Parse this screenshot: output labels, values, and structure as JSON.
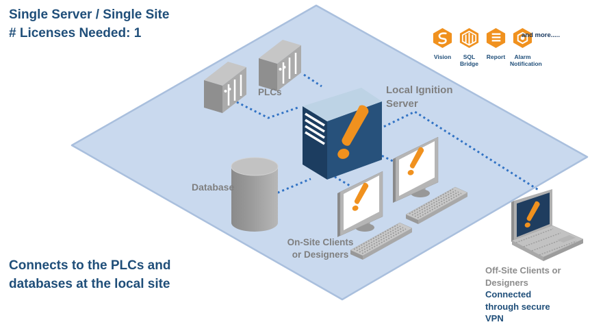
{
  "header": {
    "line1": "Single Server / Single Site",
    "line2": "# Licenses Needed: 1"
  },
  "modules": {
    "items": [
      {
        "name": "vision",
        "label": "Vision"
      },
      {
        "name": "sql-bridge",
        "label": "SQL Bridge"
      },
      {
        "name": "report",
        "label": "Report"
      },
      {
        "name": "alarm-notification",
        "label": "Alarm Notification"
      }
    ],
    "more_text": "and more....."
  },
  "diagram": {
    "plcs_label": "PLCs",
    "server_label_line1": "Local Ignition",
    "server_label_line2": "Server",
    "database_label": "Database",
    "onsite_label_line1": "On-Site Clients",
    "onsite_label_line2": "or Designers",
    "offsite_label_line1": "Off-Site Clients or",
    "offsite_label_line2": "Designers",
    "offsite_vpn_line1": "Connected",
    "offsite_vpn_line2": "through secure",
    "offsite_vpn_line3": "VPN"
  },
  "footer": {
    "line1": "Connects to the PLCs and",
    "line2": "databases at the local site"
  },
  "colors": {
    "accent_orange": "#F0911E",
    "title_navy": "#1F4E79",
    "label_gray": "#7F7F7F",
    "plane_fill": "#C9D9EE",
    "plane_border": "#A9BFDD",
    "connection_blue": "#3273C4",
    "server_navy_left": "#1C3D60",
    "server_navy_right": "#27517B"
  }
}
